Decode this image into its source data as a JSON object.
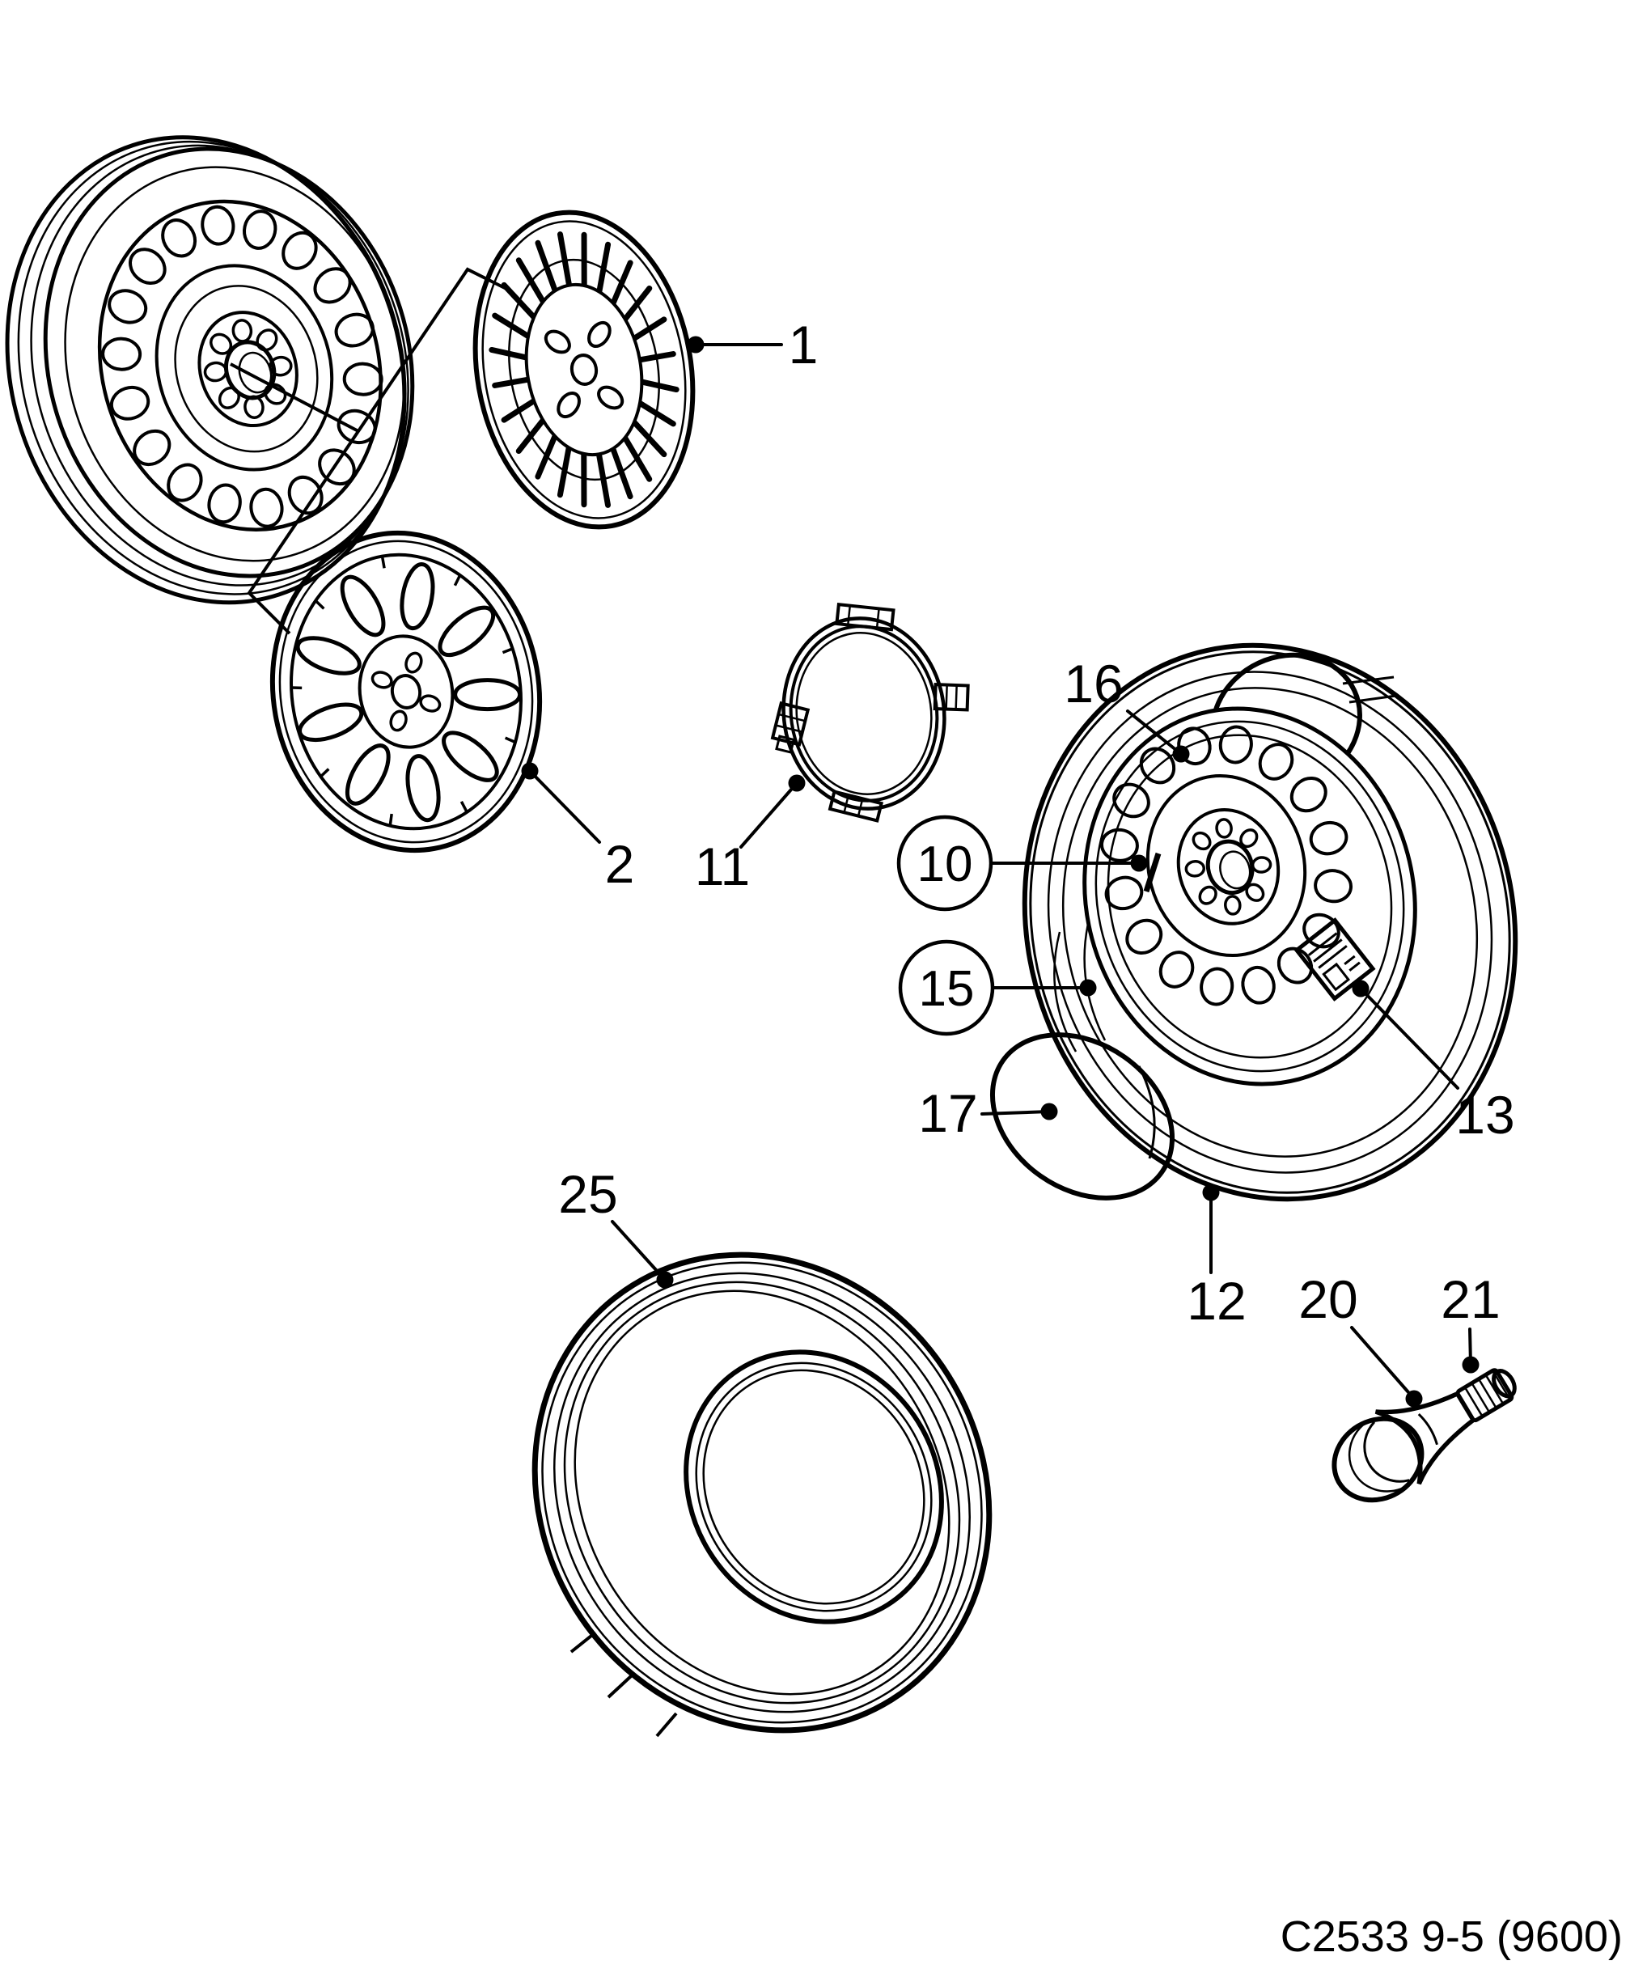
{
  "figure": {
    "code": "C2533 9-5 (9600)"
  },
  "callouts": {
    "c1": "1",
    "c2": "2",
    "c10": "10",
    "c11": "11",
    "c12": "12",
    "c13": "13",
    "c15": "15",
    "c16": "16",
    "c17": "17",
    "c20": "20",
    "c21": "21",
    "c25": "25"
  }
}
